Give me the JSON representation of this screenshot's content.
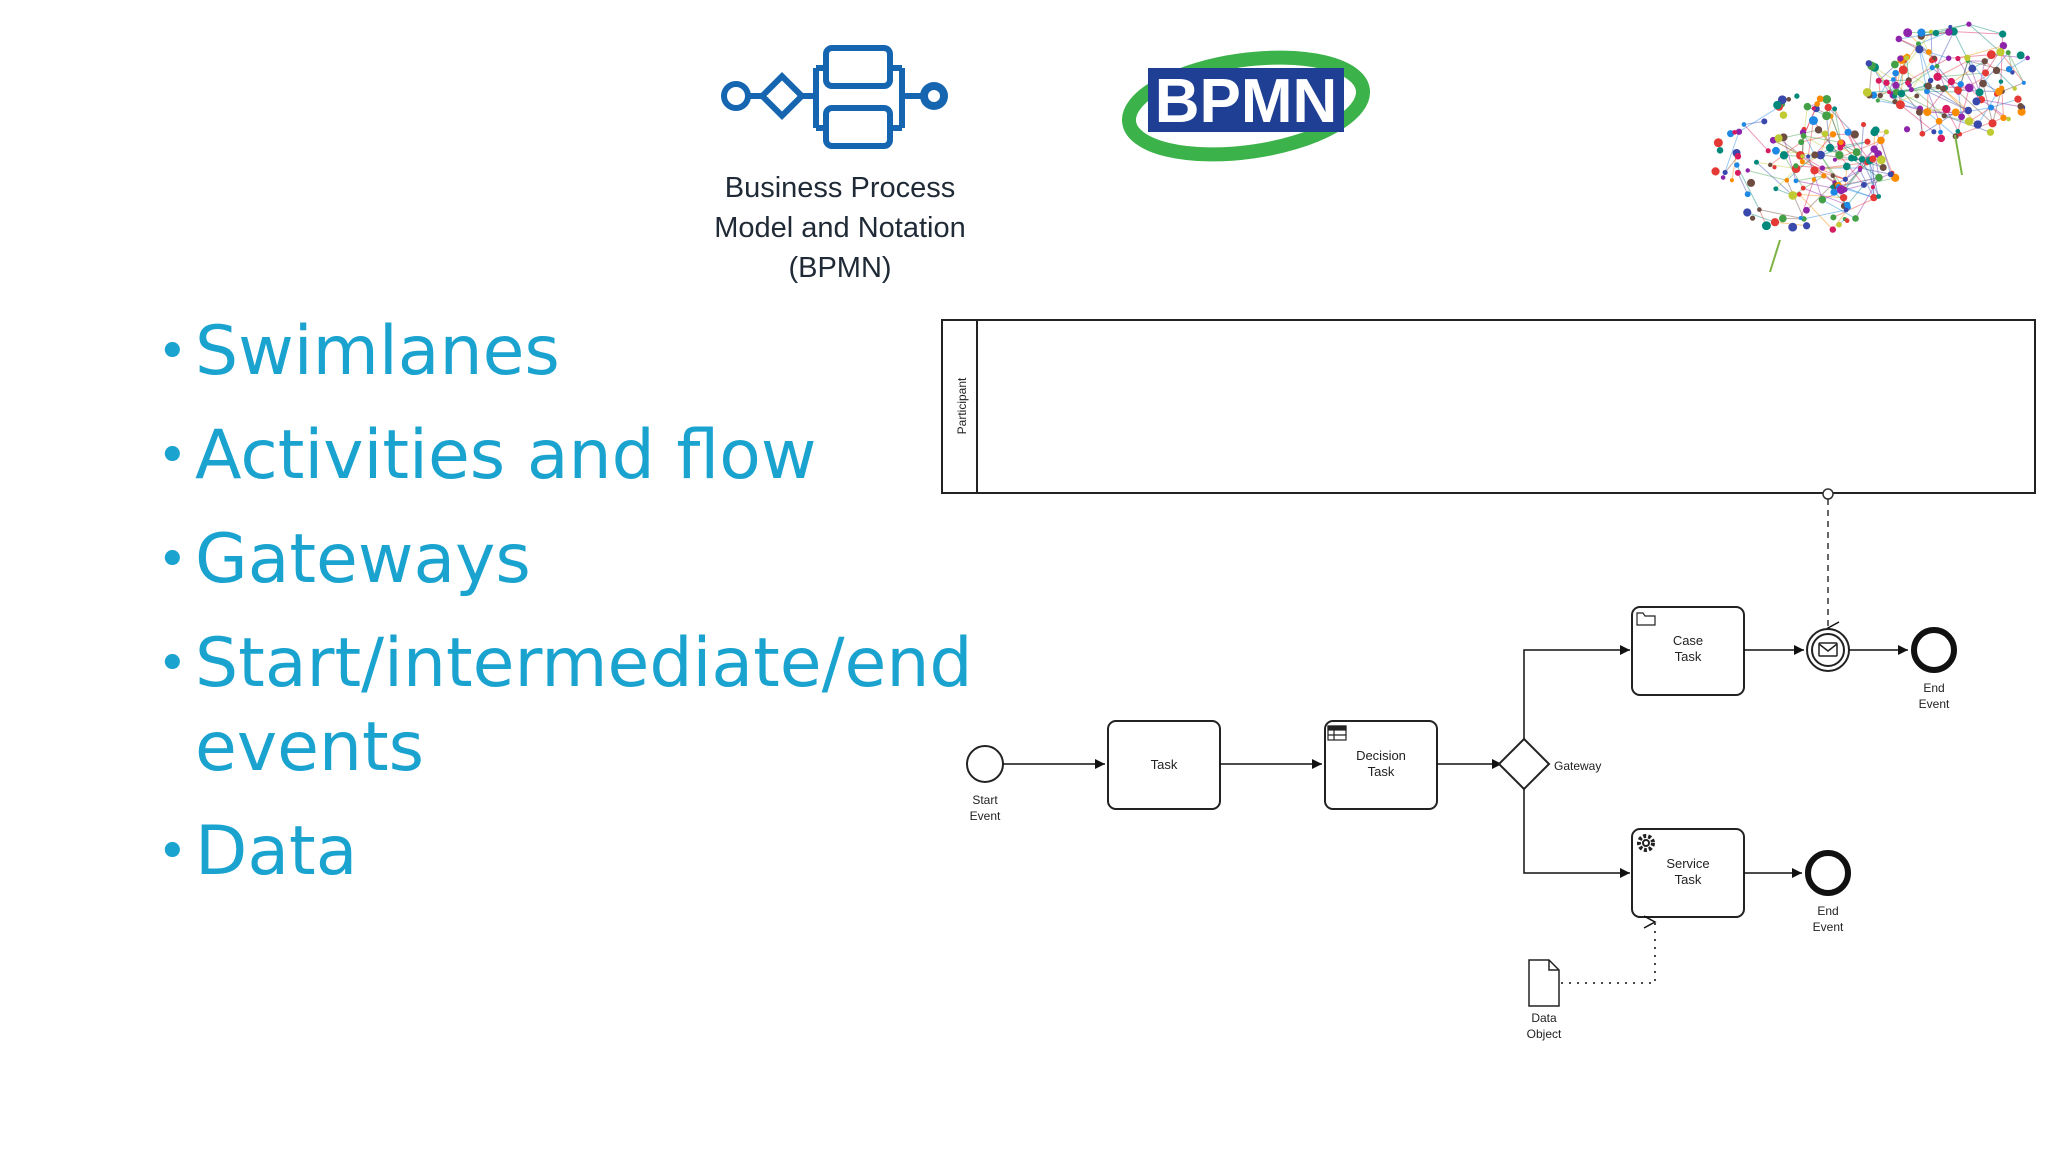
{
  "bullets": [
    "Swimlanes",
    "Activities and flow",
    "Gateways",
    "Start/intermediate/end events",
    "Data"
  ],
  "logo_caption": [
    "Business Process",
    "Model and Notation",
    "(BPMN)"
  ],
  "bpmn_badge_text": "BPMN",
  "diagram": {
    "pool_label": "Participant",
    "start_event": [
      "Start",
      "Event"
    ],
    "task": "Task",
    "decision_task": [
      "Decision",
      "Task"
    ],
    "gateway": "Gateway",
    "case_task": [
      "Case",
      "Task"
    ],
    "service_task": [
      "Service",
      "Task"
    ],
    "end_event_top": [
      "End",
      "Event"
    ],
    "end_event_bottom": [
      "End",
      "Event"
    ],
    "data_object": [
      "Data",
      "Object"
    ]
  },
  "colors": {
    "accent": "#1aa3cf",
    "logo_blue": "#1565b0",
    "badge_green": "#3cb34a"
  },
  "icons": [
    "bpmn-process-logo-icon",
    "bpmn-badge-logo",
    "network-brain-icon",
    "table-icon",
    "folder-icon",
    "gear-icon",
    "envelope-icon"
  ]
}
